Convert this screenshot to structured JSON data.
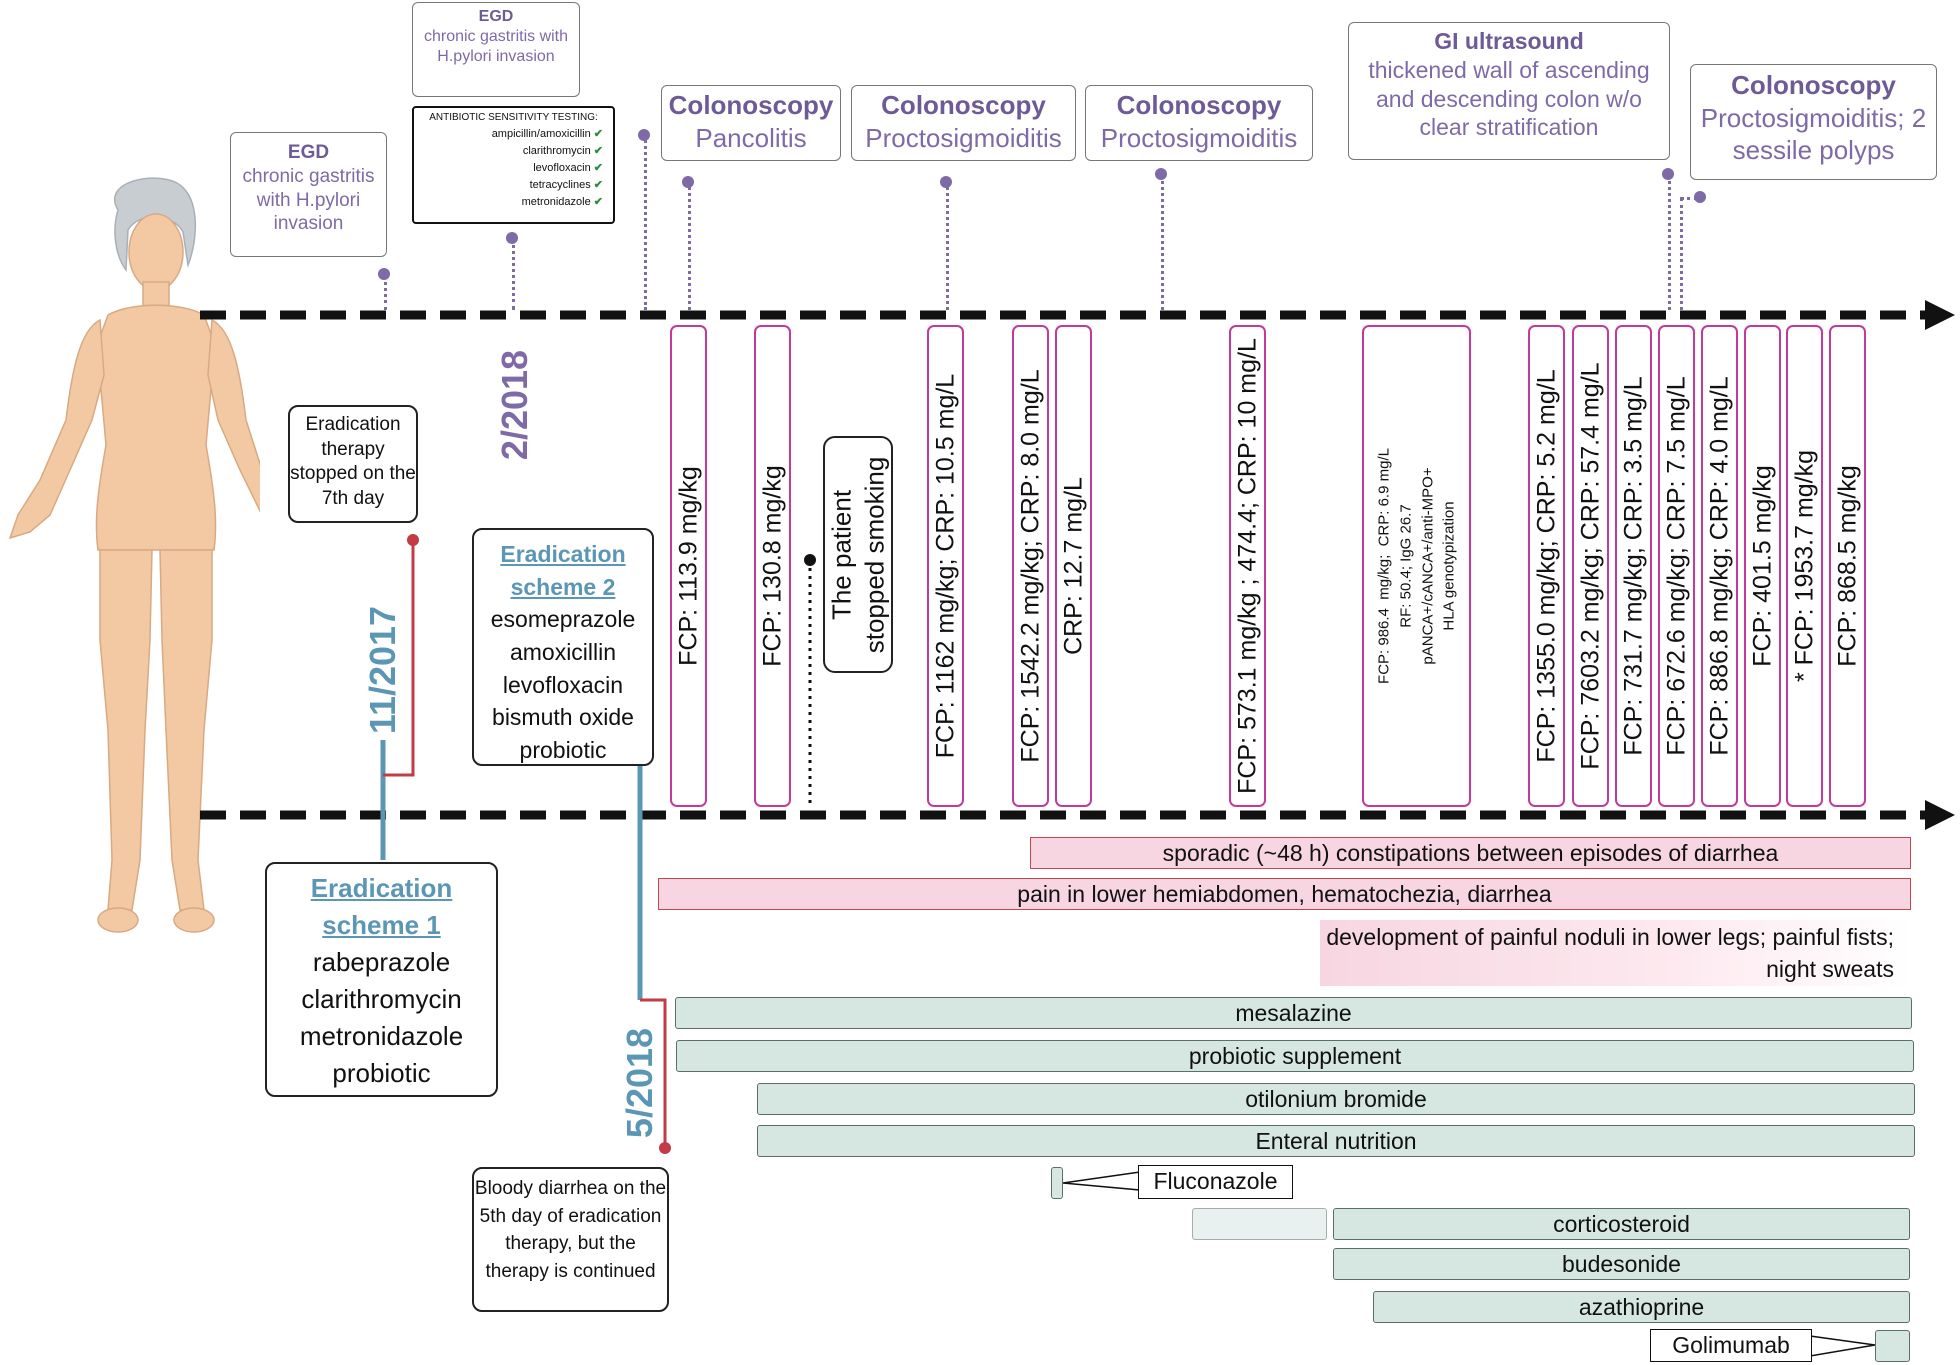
{
  "timeline": {
    "dates": {
      "nov2017": "11/2017",
      "feb2018": "2/2018",
      "may2018": "5/2018"
    }
  },
  "events": {
    "egd1": {
      "title": "EGD",
      "text": "chronic gastritis with H.pylori invasion"
    },
    "egd2": {
      "title": "EGD",
      "text": "chronic gastritis with H.pylori invasion"
    },
    "sensitivity": {
      "title": "ANTIBIOTIC SENSITIVITY TESTING:",
      "items": [
        "ampicillin/amoxicillin",
        "clarithromycin",
        "levofloxacin",
        "tetracyclines",
        "metronidazole"
      ]
    },
    "colo1": {
      "title": "Colonoscopy",
      "text": "Pancolitis"
    },
    "colo2": {
      "title": "Colonoscopy",
      "text": "Proctosigmoiditis"
    },
    "colo3": {
      "title": "Colonoscopy",
      "text": "Proctosigmoiditis"
    },
    "gi_us": {
      "title": "GI ultrasound",
      "text": "thickened wall of ascending and descending colon w/o clear stratification"
    },
    "colo4": {
      "title": "Colonoscopy",
      "text": "Proctosigmoiditis; 2 sessile polyps"
    }
  },
  "labs": [
    "FCP: 113.9 mg/kg",
    "FCP: 130.8 mg/kg",
    "FCP: 1162 mg/kg; CRP: 10.5 mg/L",
    "FCP: 1542.2 mg/kg; CRP: 8.0 mg/L",
    "CRP: 12.7 mg/L",
    "FCP: 573.1 mg/kg ; 474.4; CRP: 10 mg/L",
    "FCP: 986.4  mg/kg;  CRP: 6.9 mg/L\nRF: 50.4; IgG 26.7\npANCA+/cANCA+/anti-MPO+\nHLA genotypization",
    "FCP: 1355.0  mg/kg;  CRP: 5.2 mg/L",
    "FCP: 7603.2  mg/kg;  CRP: 57.4 mg/L",
    "FCP: 731.7  mg/kg; CRP: 3.5 mg/L",
    "FCP: 672.6  mg/kg; CRP: 7.5 mg/L",
    "FCP: 886.8  mg/kg; CRP: 4.0  mg/L",
    "FCP: 401.5  mg/kg",
    "* FCP: 1953.7  mg/kg",
    "FCP: 868.5  mg/kg"
  ],
  "notes": {
    "smoking": "The patient stopped smoking",
    "eradication_stopped": "Eradication therapy stopped on the 7th day",
    "bloody": "Bloody diarrhea on the 5th day of eradication therapy, but the therapy is continued",
    "scheme1": {
      "title1": "Eradication",
      "title2": "scheme 1",
      "drugs": [
        "rabeprazole",
        "clarithromycin",
        "metronidazole",
        "probiotic"
      ]
    },
    "scheme2": {
      "title1": "Eradication",
      "title2": "scheme 2",
      "drugs": [
        "esomeprazole",
        "amoxicillin",
        "levofloxacin",
        "bismuth oxide",
        "probiotic"
      ]
    }
  },
  "symptoms": {
    "constipation": "sporadic (~48 h) constipations between episodes of diarrhea",
    "pain": "pain in lower hemiabdomen, hematochezia, diarrhea",
    "noduli": "development of painful noduli in lower legs; painful fists; night sweats"
  },
  "treatments": {
    "mesalazine": "mesalazine",
    "probiotic": "probiotic supplement",
    "otilonium": "otilonium bromide",
    "enteral": "Enteral nutrition",
    "fluconazole": "Fluconazole",
    "corticosteroid": "corticosteroid",
    "budesonide": "budesonide",
    "azathioprine": "azathioprine",
    "golimumab": "Golimumab"
  },
  "colors": {
    "purple": "#7f6aa8",
    "teal": "#5b97b5",
    "red": "#c23b45",
    "lab_border": "#c23b9a",
    "symptom_fill": "#f7d6e1",
    "treatment_fill": "#d6e7e2"
  }
}
